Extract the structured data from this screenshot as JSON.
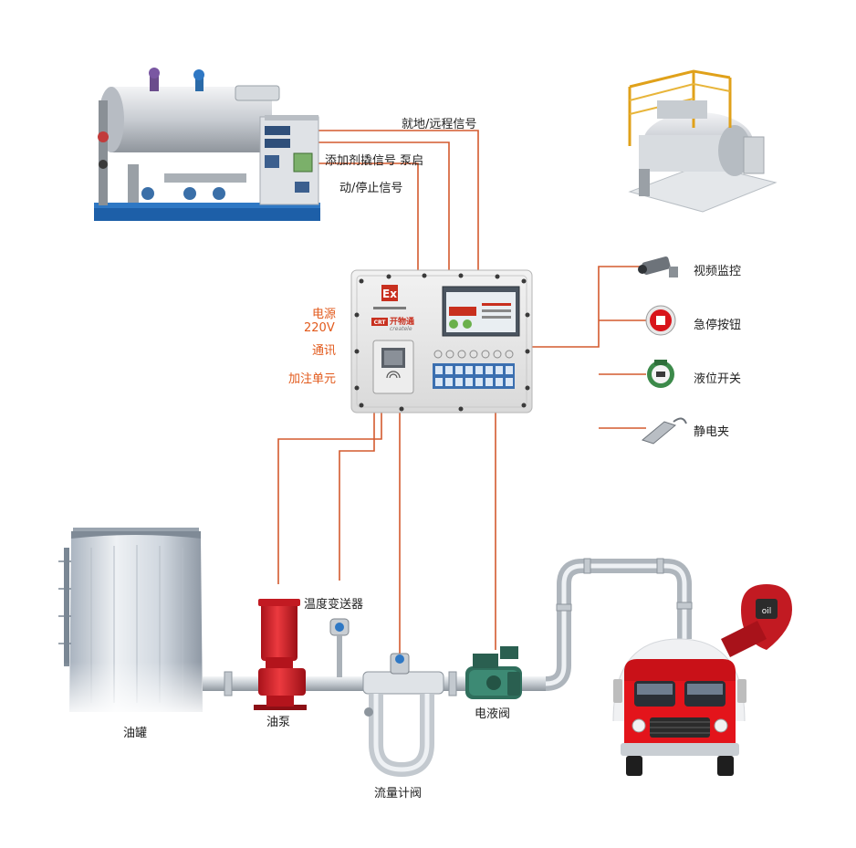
{
  "signals": {
    "remote": "就地/远程信号",
    "additive_pump": "添加剂撬信号  泵启",
    "start_stop": "动/停止信号"
  },
  "power_labels": {
    "power": "电源",
    "voltage": "220V",
    "comm": "通讯",
    "refuel_unit": "加注单元"
  },
  "devices": {
    "video": "视频监控",
    "estop": "急停按钮",
    "level": "液位开关",
    "static": "静电夹"
  },
  "components": {
    "temp_transmitter": "温度变送器",
    "tank": "油罐",
    "pump": "油泵",
    "flowmeter": "流量计阀",
    "valve": "电液阀"
  },
  "panel": {
    "ex_mark": "Ex",
    "brand_cn": "开物通",
    "brand_en": "createle",
    "brand_tag": "CRT",
    "oil_badge": "oil"
  },
  "colors": {
    "wire": "#d45a2e",
    "label_orange": "#e25a1c",
    "pump_red": "#d81f26",
    "truck_red": "#e3141b",
    "pipe_silver": "#c9ced3"
  }
}
